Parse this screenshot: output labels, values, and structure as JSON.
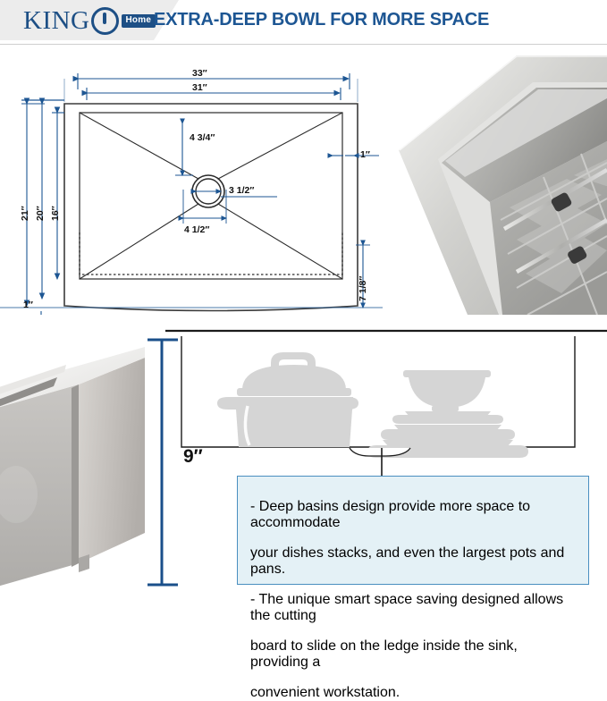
{
  "header": {
    "brand_name": "KING",
    "brand_badge": "Home",
    "title": "EXTRA-DEEP BOWL FOR MORE SPACE",
    "brand_color": "#1d4f85",
    "title_color": "#1d5693",
    "banner_color": "#ececec"
  },
  "drawing": {
    "caption": "top-view dimensioned sink drawing",
    "dimensions": {
      "outer_width": "33″",
      "inner_width": "31″",
      "outer_height": "21″",
      "mid_height": "20″",
      "inner_height": "16″",
      "drain_offset_top": "4 3/4″",
      "drain_diameter": "3 1/2″",
      "drain_offset_bottom": "4 1/2″",
      "right_edge": "1″",
      "ledge_height": "7 1/8″",
      "bottom_edge": "1″"
    },
    "line_color": "#1d5693",
    "outline_color": "#3b3b3b"
  },
  "photos": {
    "top_right": "stainless-steel-sink-corner-with-bottom-grid",
    "bottom_left": "farmhouse-apron-front-sink-side-view"
  },
  "depth": {
    "label": "9″",
    "bracket_color": "#1a4f8a"
  },
  "section": {
    "caption": "cross-section of deep basin with pot and stacked dishes",
    "items": [
      "pot-with-lid",
      "bowl",
      "plate-stack",
      "drain"
    ],
    "fill_color": "#d5d5d5",
    "outline_color": "#1b1b1b"
  },
  "callout": {
    "bg_color": "#e4f1f6",
    "border_color": "#4a8fc0",
    "line1": "- Deep basins design provide more space to accommodate",
    "line2": "your dishes stacks, and even the largest pots and pans.",
    "line3": "- The unique smart space saving designed allows the cutting",
    "line4": "board to slide on the ledge inside the sink, providing a",
    "line5": "convenient workstation."
  }
}
